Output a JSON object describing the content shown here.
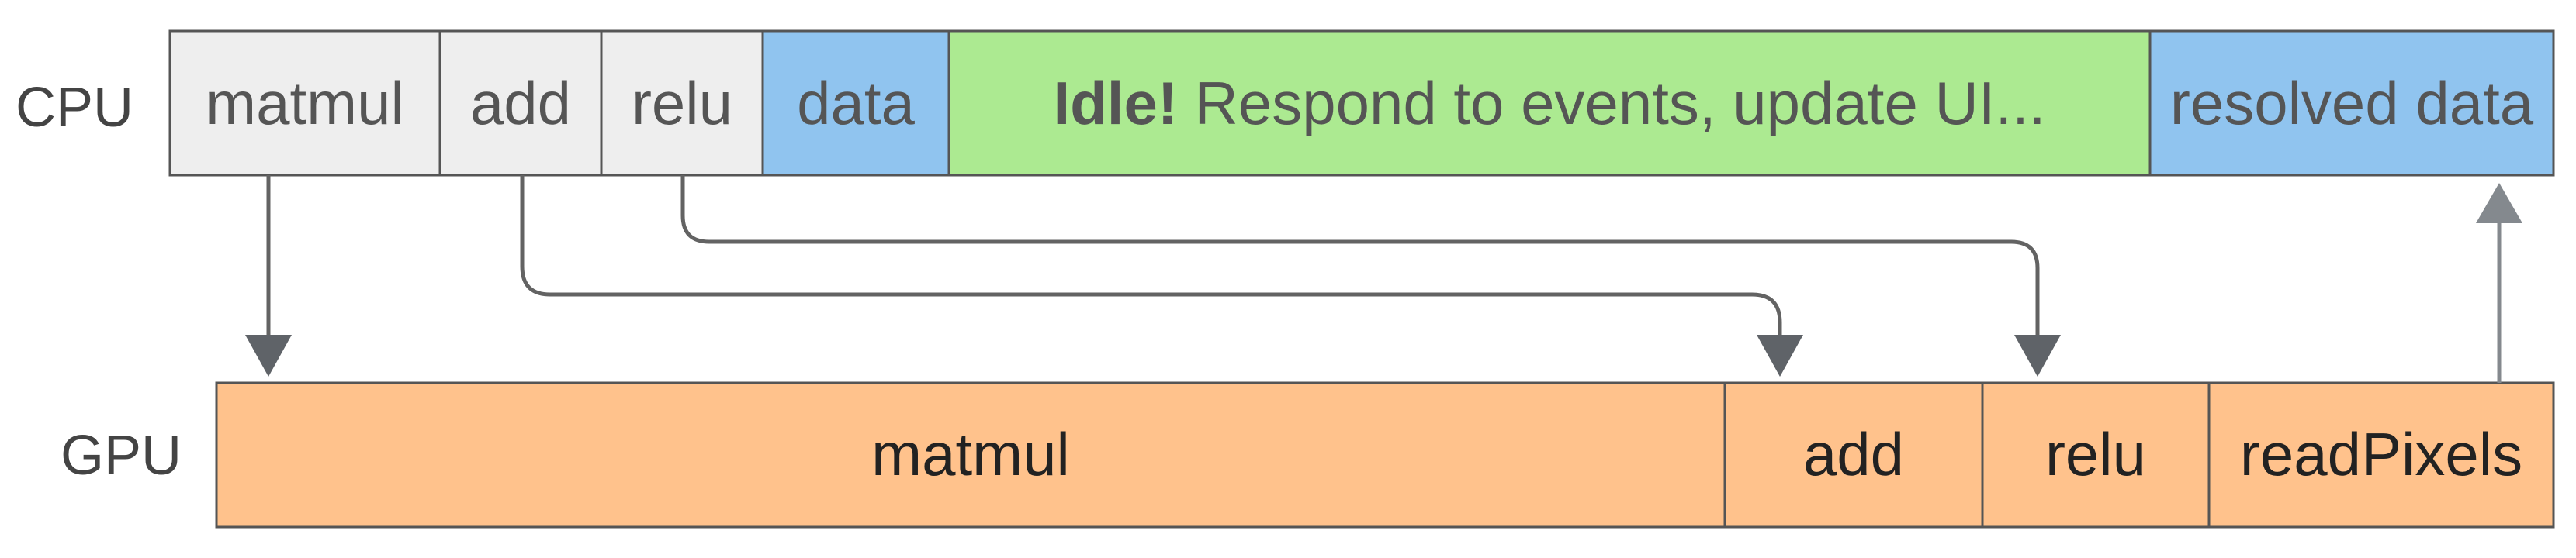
{
  "rows": {
    "cpu": "CPU",
    "gpu": "GPU"
  },
  "cpu": {
    "matmul": "matmul",
    "add": "add",
    "relu": "relu",
    "data": "data",
    "idle_bold": "Idle!",
    "idle_rest": " Respond to events, update UI...",
    "resolved": "resolved data"
  },
  "gpu": {
    "matmul": "matmul",
    "add": "add",
    "relu": "relu",
    "readPixels": "readPixels"
  },
  "colors": {
    "cpu_op": "#eeeeee",
    "data": "#90c4ef",
    "idle": "#acea91",
    "gpu_op": "#ffc28c",
    "arrow": "#636363",
    "readback_arrow": "#84898e"
  }
}
